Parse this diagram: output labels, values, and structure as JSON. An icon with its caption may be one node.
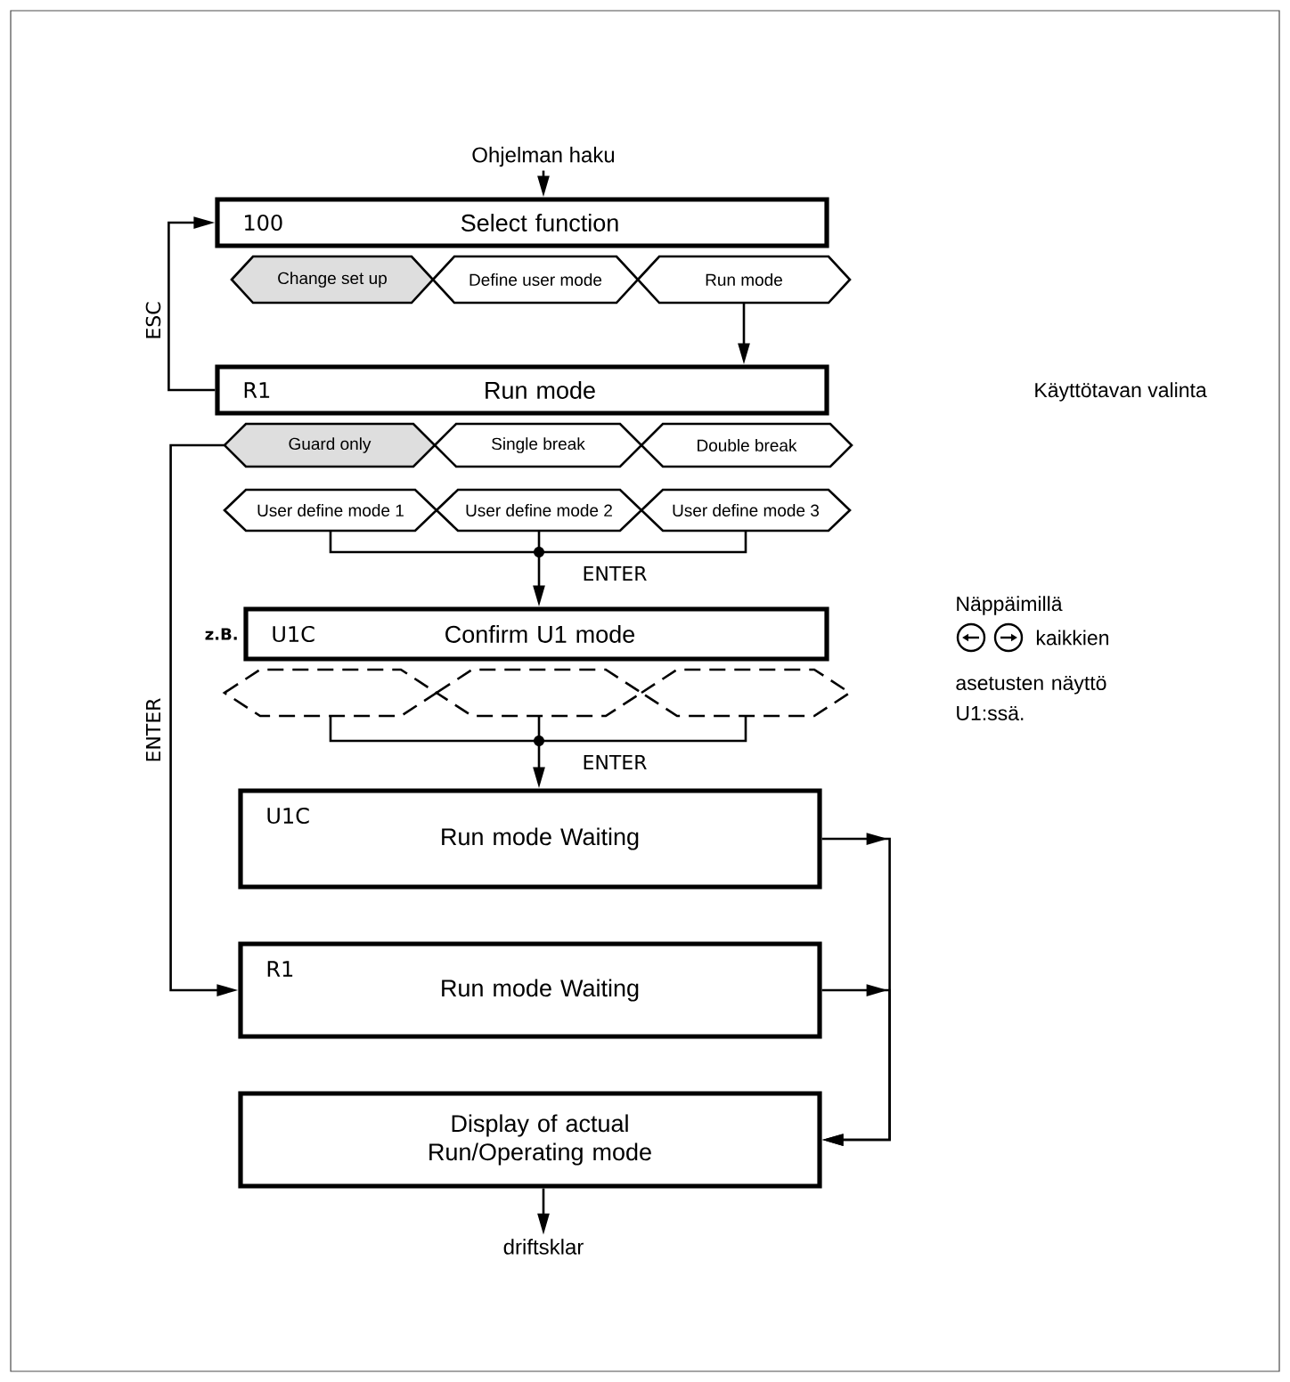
{
  "diagram": {
    "nodes": [
      {
        "text": [
          "Ohjelman haku"
        ]
      },
      {
        "text": [
          "100",
          "Select function"
        ]
      },
      {
        "text": [
          "Change set up"
        ]
      },
      {
        "text": [
          "Define user mode"
        ]
      },
      {
        "text": [
          "Run mode"
        ]
      },
      {
        "text": [
          "R1",
          "Run mode"
        ]
      },
      {
        "text": [
          "Guard only"
        ]
      },
      {
        "text": [
          "Single break"
        ]
      },
      {
        "text": [
          "Double break"
        ]
      },
      {
        "text": [
          "User define mode 1"
        ]
      },
      {
        "text": [
          "User define mode 2"
        ]
      },
      {
        "text": [
          "User define mode 3"
        ]
      },
      {
        "text": [
          "U1C",
          "Confirm U1 mode"
        ],
        "beside": [
          "z.B."
        ]
      },
      {
        "text": [],
        "shape": "hexagon"
      },
      {
        "text": [],
        "shape": "hexagon"
      },
      {
        "text": [],
        "shape": "hexagon"
      },
      {
        "text": [
          "U1C",
          "Run mode Waiting"
        ]
      },
      {
        "text": [
          "R1",
          "Run mode Waiting"
        ]
      },
      {
        "text": [
          "Display of actual Run/Operating mode"
        ]
      },
      {
        "text": [
          "driftsklar"
        ]
      }
    ],
    "edges": [
      {
        "from": 0,
        "to": 1,
        "arrow": "to"
      },
      {
        "from": 4,
        "to": 5,
        "arrow": "to"
      },
      {
        "from": 5,
        "to": 1,
        "arrow": "to",
        "label": "ESC"
      },
      {
        "from": 9,
        "to": 12,
        "arrow": "to"
      },
      {
        "from": 10,
        "to": 12,
        "arrow": "to"
      },
      {
        "from": 11,
        "to": 12,
        "arrow": "to",
        "label": "ENTER"
      },
      {
        "from": 13,
        "to": 16,
        "arrow": "to"
      },
      {
        "from": 14,
        "to": 16,
        "arrow": "to"
      },
      {
        "from": 15,
        "to": 16,
        "arrow": "to",
        "label": "ENTER"
      },
      {
        "from": 6,
        "to": 17,
        "arrow": "to",
        "label": "ENTER"
      },
      {
        "from": 16,
        "to": 18,
        "arrow": "to"
      },
      {
        "from": 17,
        "to": 18,
        "arrow": "to"
      },
      {
        "from": 18,
        "to": 19,
        "arrow": "to"
      }
    ],
    "labels": [
      "Käyttötavan valinta",
      "Näppäimillä",
      "kaikkien",
      "asetusten näyttö U1:ssä."
    ]
  }
}
